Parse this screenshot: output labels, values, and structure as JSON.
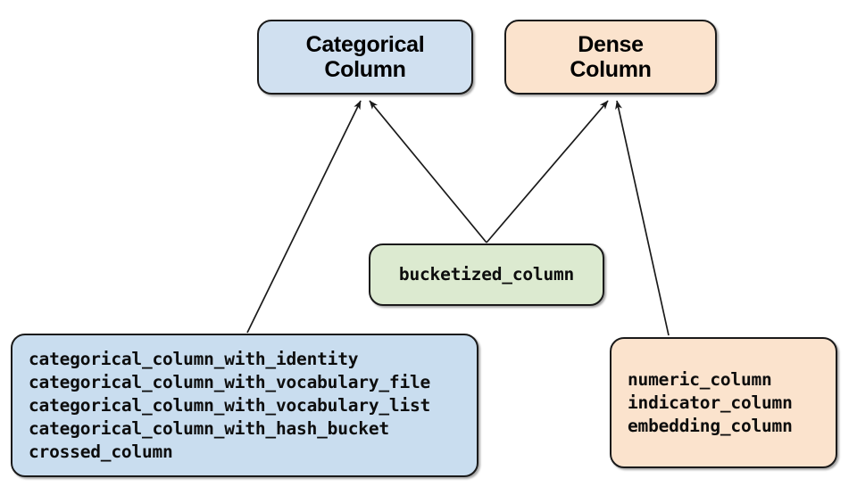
{
  "diagram": {
    "title": "TensorFlow feature column type hierarchy",
    "type": "flow-diagram",
    "background": "#ffffff",
    "edge_color": "#1a1a1a",
    "nodes": [
      {
        "id": "categorical-column",
        "label": "Categorical\nColumn",
        "line1": "Categorical",
        "line2": "Column",
        "fill": "#d0e0f0",
        "stroke": "#1a1a1a",
        "style": "title"
      },
      {
        "id": "dense-column",
        "label": "Dense\nColumn",
        "line1": "Dense",
        "line2": "Column",
        "fill": "#fbe3cd",
        "stroke": "#1a1a1a",
        "style": "title"
      },
      {
        "id": "bucketized-column",
        "label": "bucketized_column",
        "fill": "#dcead0",
        "stroke": "#1a1a1a",
        "style": "mono"
      },
      {
        "id": "categorical-functions",
        "fill": "#c9ddef",
        "stroke": "#1a1a1a",
        "style": "mono-list",
        "items": [
          "categorical_column_with_identity",
          "categorical_column_with_vocabulary_file",
          "categorical_column_with_vocabulary_list",
          "categorical_column_with_hash_bucket",
          "crossed_column"
        ]
      },
      {
        "id": "dense-functions",
        "fill": "#fbe3cd",
        "stroke": "#1a1a1a",
        "style": "mono-list",
        "items": [
          "numeric_column",
          "indicator_column",
          "embedding_column"
        ]
      }
    ],
    "edges": [
      {
        "from": "bucketized-column",
        "to": "categorical-column",
        "arrow": "to"
      },
      {
        "from": "bucketized-column",
        "to": "dense-column",
        "arrow": "to"
      },
      {
        "from": "categorical-functions",
        "to": "categorical-column",
        "arrow": "to"
      },
      {
        "from": "dense-functions",
        "to": "dense-column",
        "arrow": "to"
      }
    ]
  }
}
